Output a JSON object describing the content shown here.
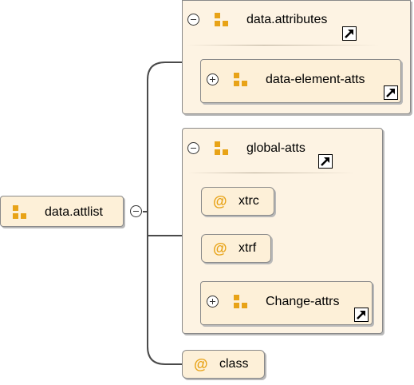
{
  "root": {
    "label": "data.attlist"
  },
  "groups": {
    "data_attributes": {
      "label": "data.attributes",
      "child": "data-element-atts"
    },
    "global_atts": {
      "label": "global-atts",
      "attributes": [
        "xtrc",
        "xtrf"
      ],
      "child": "Change-attrs"
    }
  },
  "attribute_class": "class",
  "icons": {
    "attribute_symbol": "@",
    "group_color": "#e8a317"
  }
}
